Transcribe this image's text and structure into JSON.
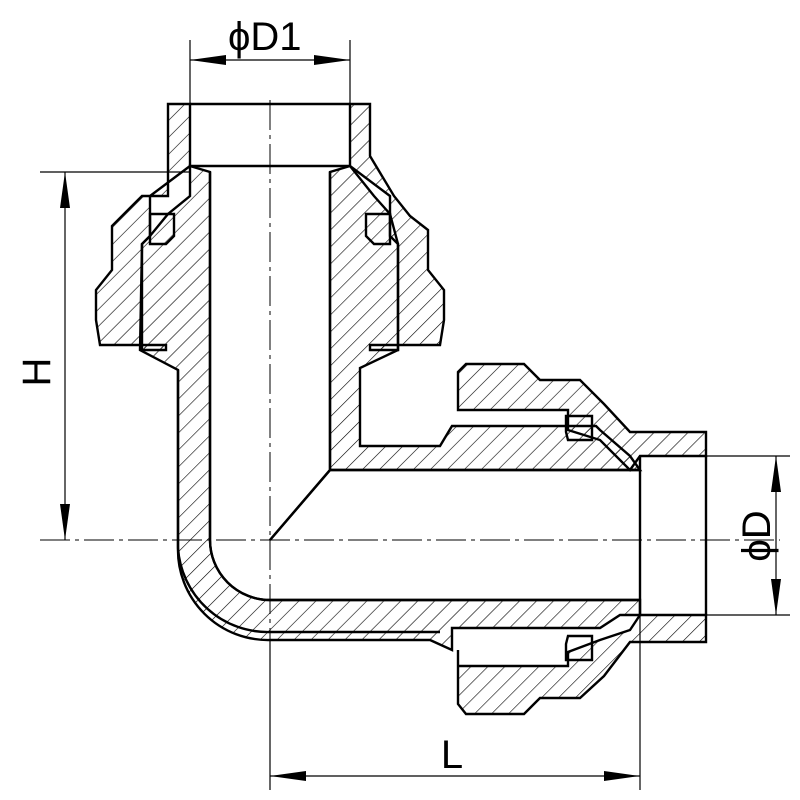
{
  "drawing": {
    "colors": {
      "line": "#000000",
      "background": "#ffffff"
    },
    "dimensions": {
      "top_diameter": "ϕD1",
      "height": "H",
      "side_diameter": "ϕD",
      "length": "L"
    }
  }
}
